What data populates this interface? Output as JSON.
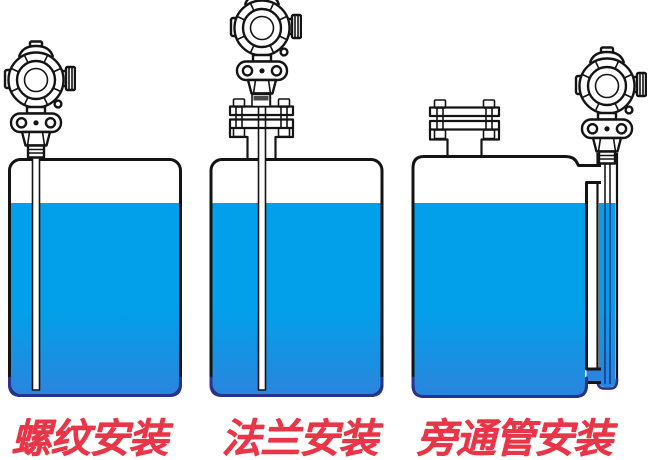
{
  "diagram": {
    "labels": [
      {
        "text": "螺纹安装"
      },
      {
        "text": "法兰安装"
      },
      {
        "text": "旁通管安装"
      }
    ],
    "colors": {
      "liquid": "#02A0EA",
      "liquid_deep": "#2A85DD",
      "outline": "#141414",
      "tank_bottom_edge": "#27338F",
      "probe_line": "#223B8C",
      "label_text": "#E93548"
    }
  }
}
